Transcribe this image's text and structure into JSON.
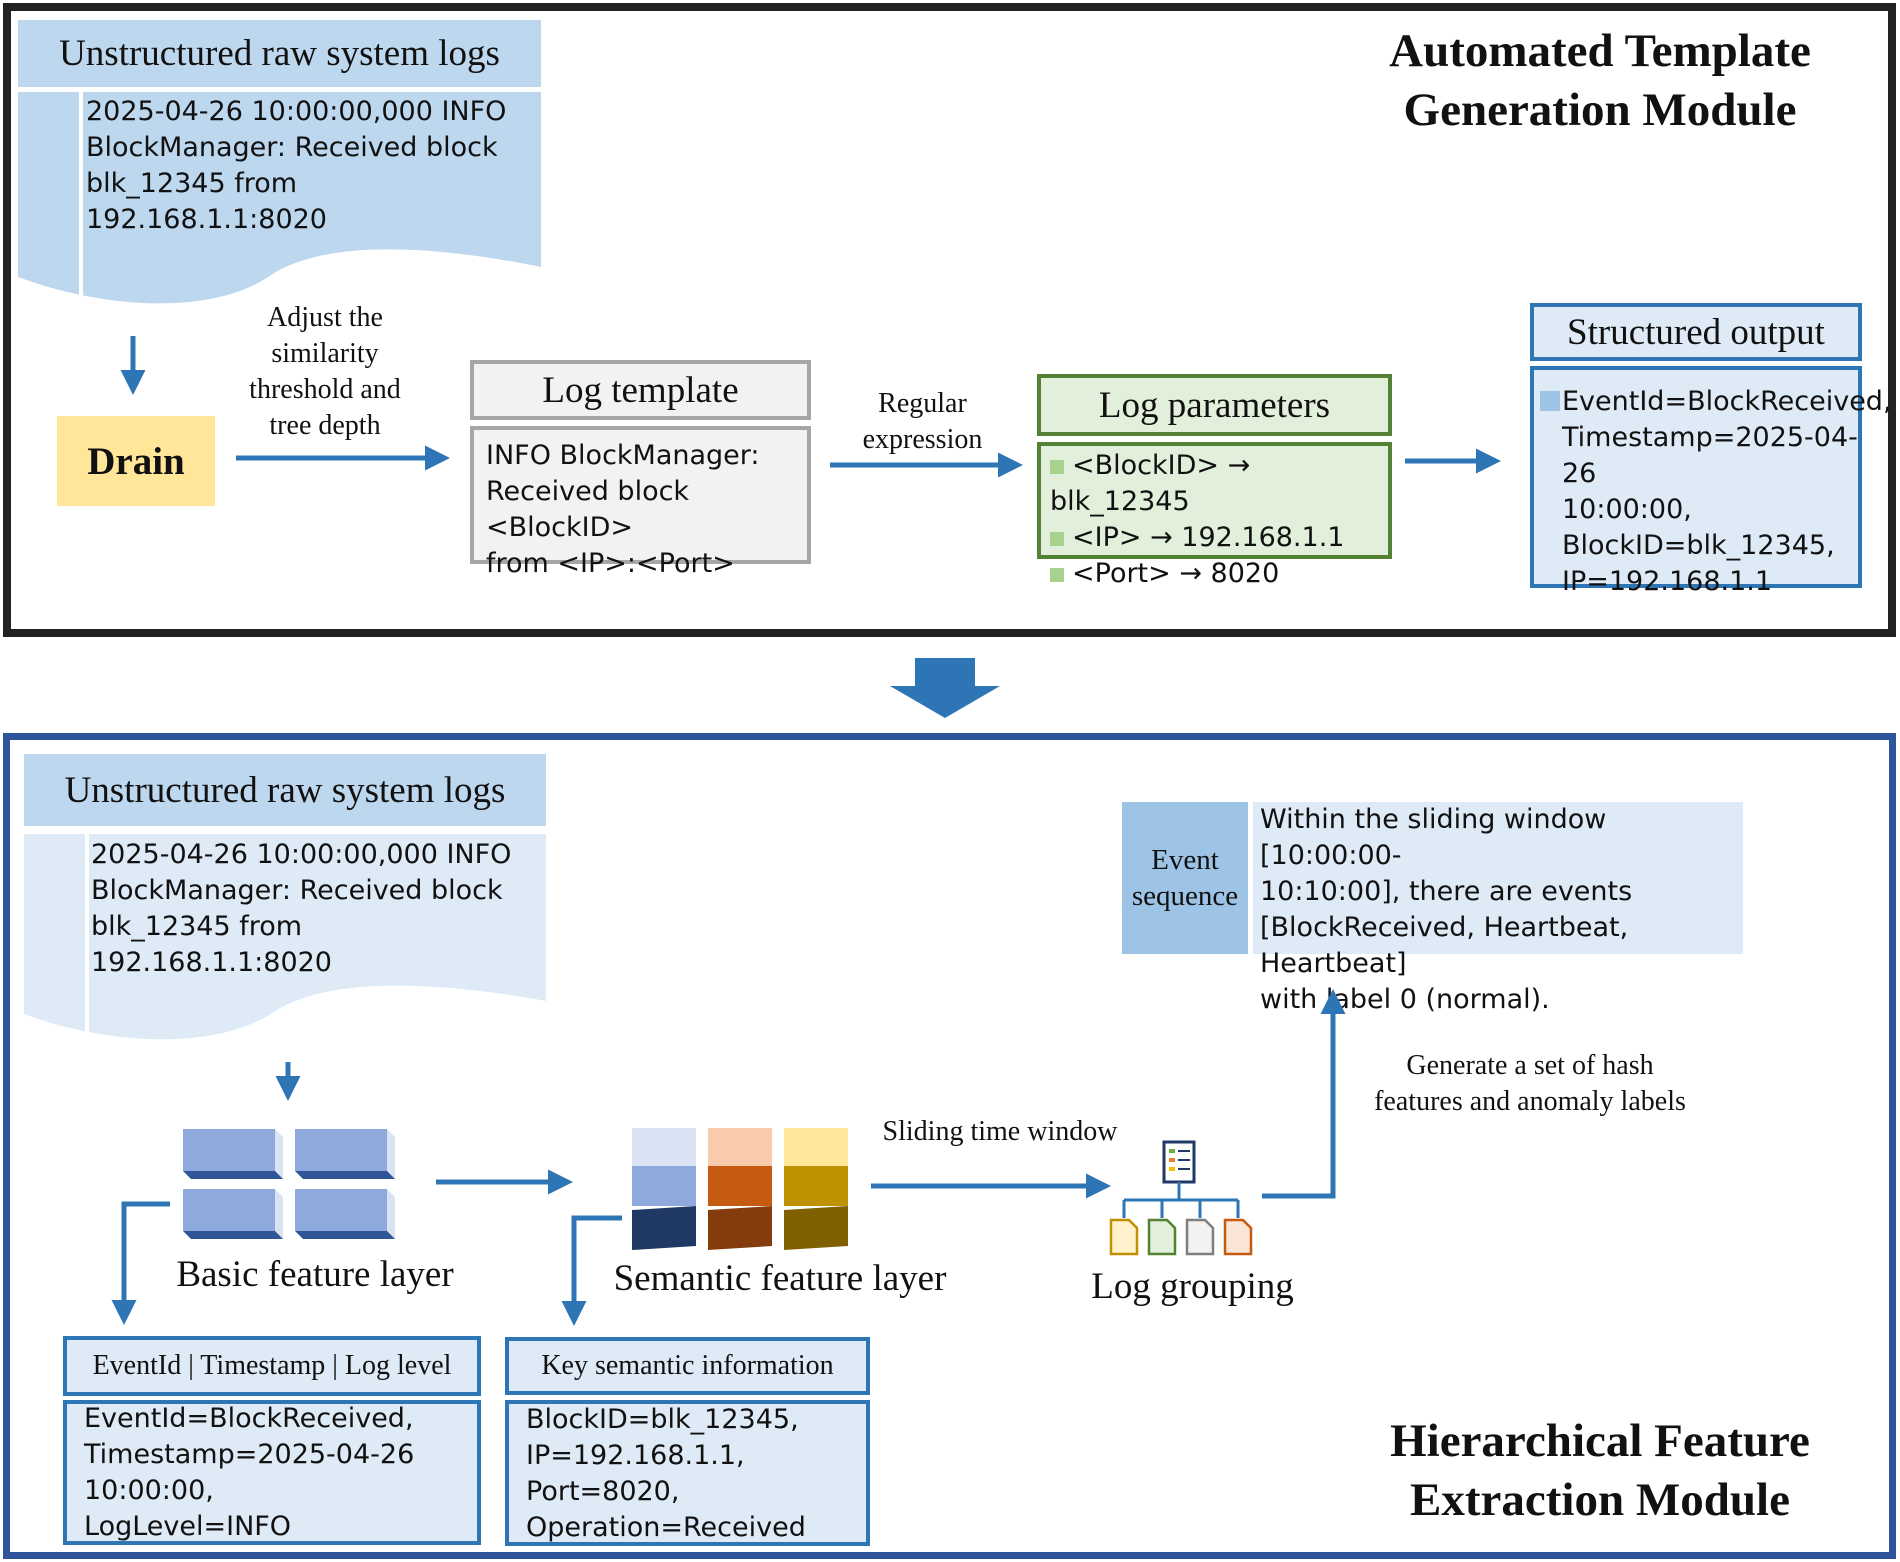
{
  "top_module": {
    "title": "Automated Template\nGeneration Module",
    "raw_logs": {
      "header": "Unstructured raw system logs",
      "text": "2025-04-26 10:00:00,000 INFO\nBlockManager: Received block\nblk_12345 from 192.168.1.1:8020"
    },
    "drain": "Drain",
    "adjust_label": "Adjust the\nsimilarity\nthreshold and\ntree depth",
    "log_template": {
      "header": "Log template",
      "text": "INFO BlockManager:\nReceived block <BlockID>\nfrom <IP>:<Port>"
    },
    "regex_label": "Regular\nexpression",
    "log_parameters": {
      "header": "Log parameters",
      "items": [
        "<BlockID> → blk_12345",
        "<IP> → 192.168.1.1",
        "<Port> → 8020"
      ]
    },
    "structured_output": {
      "header": "Structured output",
      "text": "EventId=BlockReceived,\nTimestamp=2025-04-26\n10:00:00,\nBlockID=blk_12345,\nIP=192.168.1.1"
    }
  },
  "bottom_module": {
    "title": "Hierarchical Feature\nExtraction Module",
    "raw_logs": {
      "header": "Unstructured raw system logs",
      "text": "2025-04-26 10:00:00,000 INFO\nBlockManager: Received block\nblk_12345 from 192.168.1.1:8020"
    },
    "basic_layer": "Basic feature layer",
    "semantic_layer": "Semantic feature layer",
    "sliding_label": "Sliding time window",
    "log_grouping": "Log grouping",
    "hash_label": "Generate a set of hash\nfeatures and anomaly labels",
    "event_sequence": {
      "header": "Event\nsequence",
      "text": "Within the sliding window [10:00:00-\n10:10:00], there are events\n[BlockReceived, Heartbeat, Heartbeat]\nwith label 0 (normal)."
    },
    "basic_output": {
      "header": "EventId | Timestamp | Log level",
      "text": "EventId=BlockReceived,\nTimestamp=2025-04-26\n10:00:00,\nLogLevel=INFO"
    },
    "semantic_output": {
      "header": "Key semantic information",
      "text": "BlockID=blk_12345,\nIP=192.168.1.1,\nPort=8020,\nOperation=Received"
    }
  },
  "colors": {
    "arrow": "#2e75b6",
    "light_blue": "#bdd7ee",
    "pale_blue": "#deeaf6",
    "drain_yellow": "#ffe699",
    "green_border": "#548235",
    "green_fill": "#e2efda",
    "gray_border": "#a6a6a6",
    "gray_fill": "#f2f2f2"
  },
  "icons": [
    "grid-cubes-icon",
    "stacked-color-blocks-icon",
    "document-tree-icon",
    "down-block-arrow-icon"
  ]
}
